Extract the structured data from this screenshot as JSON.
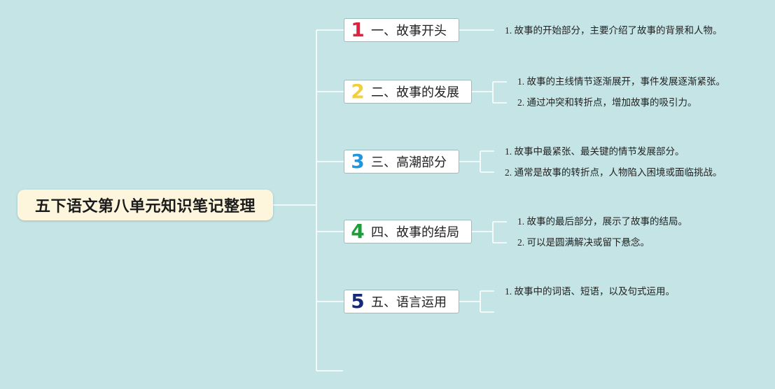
{
  "colors": {
    "background": "#c5e4e6",
    "root_fill": "#fdf6dd",
    "link_line": "#ffffff",
    "num_1": "#e0213f",
    "num_2": "#f2cf3b",
    "num_3": "#2196e0",
    "num_4": "#1e9e3a",
    "num_5": "#152a7a"
  },
  "root": {
    "title": "五下语文第八单元知识笔记整理"
  },
  "branches": [
    {
      "num": "1",
      "title": "一、故事开头",
      "leaves": [
        "1. 故事的开始部分，主要介绍了故事的背景和人物。"
      ]
    },
    {
      "num": "2",
      "title": "二、故事的发展",
      "leaves": [
        "1. 故事的主线情节逐渐展开，事件发展逐渐紧张。",
        "2. 通过冲突和转折点，增加故事的吸引力。"
      ]
    },
    {
      "num": "3",
      "title": "三、高潮部分",
      "leaves": [
        "1. 故事中最紧张、最关键的情节发展部分。",
        "2. 通常是故事的转折点，人物陷入困境或面临挑战。"
      ]
    },
    {
      "num": "4",
      "title": "四、故事的结局",
      "leaves": [
        "1. 故事的最后部分，展示了故事的结局。",
        "2. 可以是圆满解决或留下悬念。"
      ]
    },
    {
      "num": "5",
      "title": "五、语言运用",
      "leaves": [
        "1. 故事中的词语、短语，以及句式运用。"
      ]
    }
  ]
}
